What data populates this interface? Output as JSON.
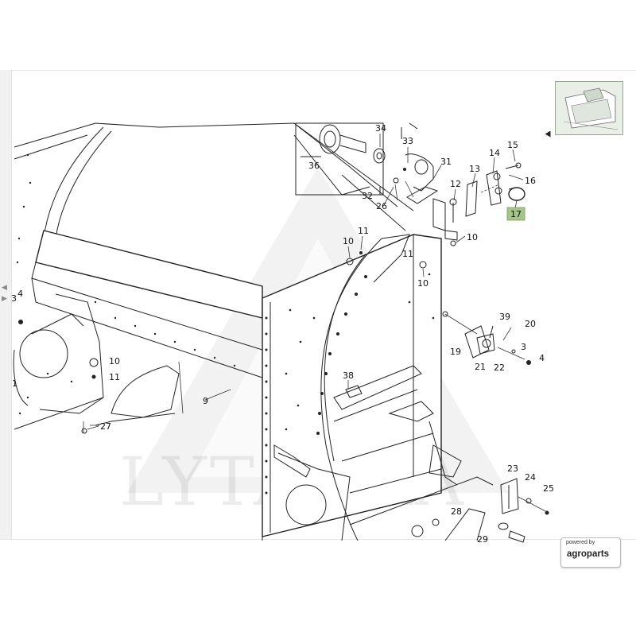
{
  "watermark": {
    "text": "LYTAGRA"
  },
  "brand_badge": {
    "powered_by": "powered by",
    "name": "agroparts"
  },
  "highlight_color": "#a6c58a",
  "callouts": {
    "c36": "36",
    "c34": "34",
    "c33": "33",
    "c32": "32",
    "c26": "26",
    "c31": "31",
    "c13": "13",
    "c14": "14",
    "c15": "15",
    "c16": "16",
    "c17": "17",
    "c12": "12",
    "c10a": "10",
    "c11a": "11",
    "c10b": "10",
    "c11b": "11",
    "c10c": "10",
    "c39": "39",
    "c20": "20",
    "c19": "19",
    "c21": "21",
    "c22": "22",
    "c3": "3",
    "c4r": "4",
    "c38": "38",
    "c9": "9",
    "c10d": "10",
    "c11d": "11",
    "c27": "27",
    "c23": "23",
    "c24": "24",
    "c25": "25",
    "c28": "28",
    "c29": "29",
    "c4l": "4",
    "c3l": "3",
    "c1l": "1"
  }
}
